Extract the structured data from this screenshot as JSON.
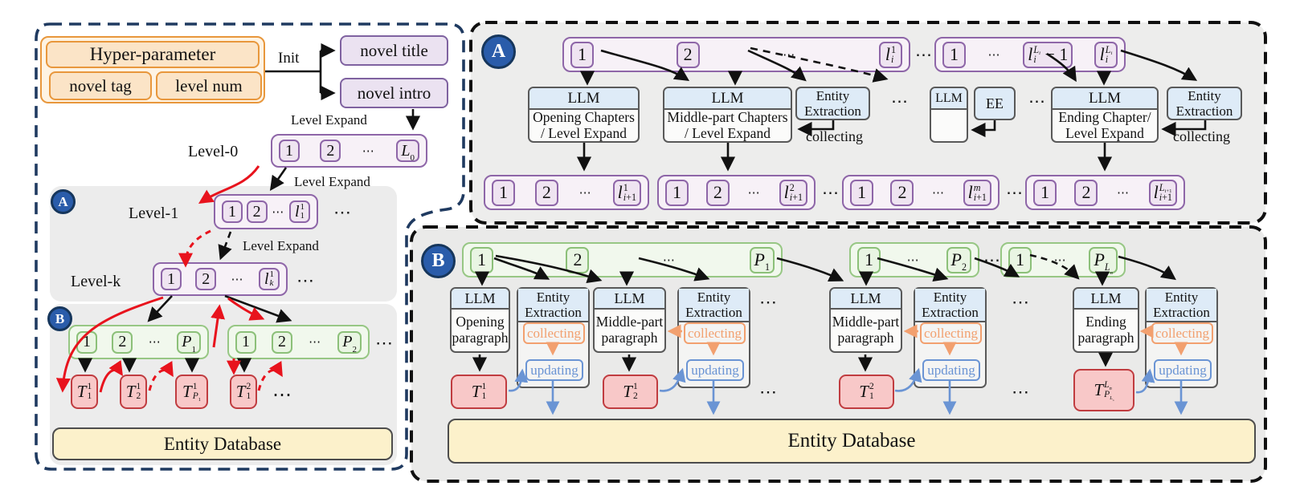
{
  "colors": {
    "left_border_navy": "#1f3a60",
    "right_border_black": "#101010",
    "panel_gray": "#ededec",
    "section_gray": "#ececec",
    "purple_border": "#8e66a8",
    "purple_fill": "#efe4f1",
    "orange_border": "#e8973c",
    "orange_fill": "#fbe4c7",
    "green_border": "#97c784",
    "green_fill": "#e9f5e3",
    "task_border": "#c03c40",
    "task_fill": "#f8c8c8",
    "badge_blue": "#2a5caa",
    "llm_header_blue": "#deebf7",
    "db_fill": "#fcf1cb",
    "arrow_black": "#111111",
    "arrow_red": "#e8131d",
    "arrow_orange": "#f2a06f",
    "arrow_blue": "#6a94d4"
  },
  "left": {
    "badge_a": "A",
    "badge_b": "B",
    "hyper_title": "Hyper-parameter",
    "novel_tag": "novel tag",
    "level_num": "level num",
    "init_label": "Init",
    "novel_title": "novel title",
    "novel_intro": "novel intro",
    "level_expand": "Level Expand",
    "level0_label": "Level-0",
    "level0_boxes": [
      "1",
      "2",
      "⋯",
      "L_0"
    ],
    "level1_label": "Level-1",
    "level1_boxes": [
      "1",
      "2",
      "⋯",
      "l_1^1"
    ],
    "levelk_label": "Level-k",
    "levelk_boxes": [
      "1",
      "2",
      "⋯",
      "l_k^1"
    ],
    "after_dots": "⋯",
    "para_row1": [
      "1",
      "2",
      "⋯",
      "P_1"
    ],
    "para_row2": [
      "1",
      "2",
      "⋯",
      "P_2"
    ],
    "tasks": [
      "T_1^1",
      "T_2^1",
      "T_{P_1}^1",
      "T_1^2"
    ],
    "entity_db": "Entity Database"
  },
  "panelA": {
    "badge": "A",
    "row1": [
      "1",
      "2",
      "⋯",
      "l_i^1"
    ],
    "between_dots": "⋯",
    "row2": [
      "1",
      "⋯",
      "l_i^{L_i} − 1",
      "l_i^{L_i}"
    ],
    "llm_label": "LLM",
    "llm1_body": [
      "Opening Chapters",
      "/ Level Expand"
    ],
    "llm2_body": [
      "Middle-part Chapters",
      "/ Level Expand"
    ],
    "llm3_body": [
      "Ending Chapter/",
      "Level Expand"
    ],
    "entity_extraction": "Entity Extraction",
    "ee_short": "EE",
    "collecting": "collecting",
    "mid_dots": "⋯",
    "out_rows": [
      [
        "1",
        "2",
        "⋯",
        "l_{i+1}^1"
      ],
      [
        "1",
        "2",
        "⋯",
        "l_{i+1}^2"
      ],
      [
        "1",
        "2",
        "⋯",
        "l_{i+1}^m"
      ],
      [
        "1",
        "2",
        "⋯",
        "l_{i+1}^{L_{i+1}}"
      ]
    ]
  },
  "panelB": {
    "badge": "B",
    "rows": [
      [
        "1",
        "2",
        "⋯",
        "P_1"
      ],
      [
        "1",
        "⋯",
        "P_2"
      ],
      [
        "1",
        "⋯",
        "P_{L_n}"
      ]
    ],
    "between_dots": "⋯",
    "llm_label": "LLM",
    "entity_extraction": "Entity Extraction",
    "collecting": "collecting",
    "updating": "updating",
    "units": [
      {
        "body": [
          "Opening",
          "paragraph"
        ],
        "task": "T_1^1"
      },
      {
        "body": [
          "Middle-part",
          "paragraph"
        ],
        "task": "T_2^1"
      },
      {
        "body": [
          "Middle-part",
          "paragraph"
        ],
        "task": "T_1^2"
      },
      {
        "body": [
          "Ending",
          "paragraph"
        ],
        "task": "T_{P_{L_n}}^{L_n}"
      }
    ],
    "entity_db": "Entity Database"
  }
}
